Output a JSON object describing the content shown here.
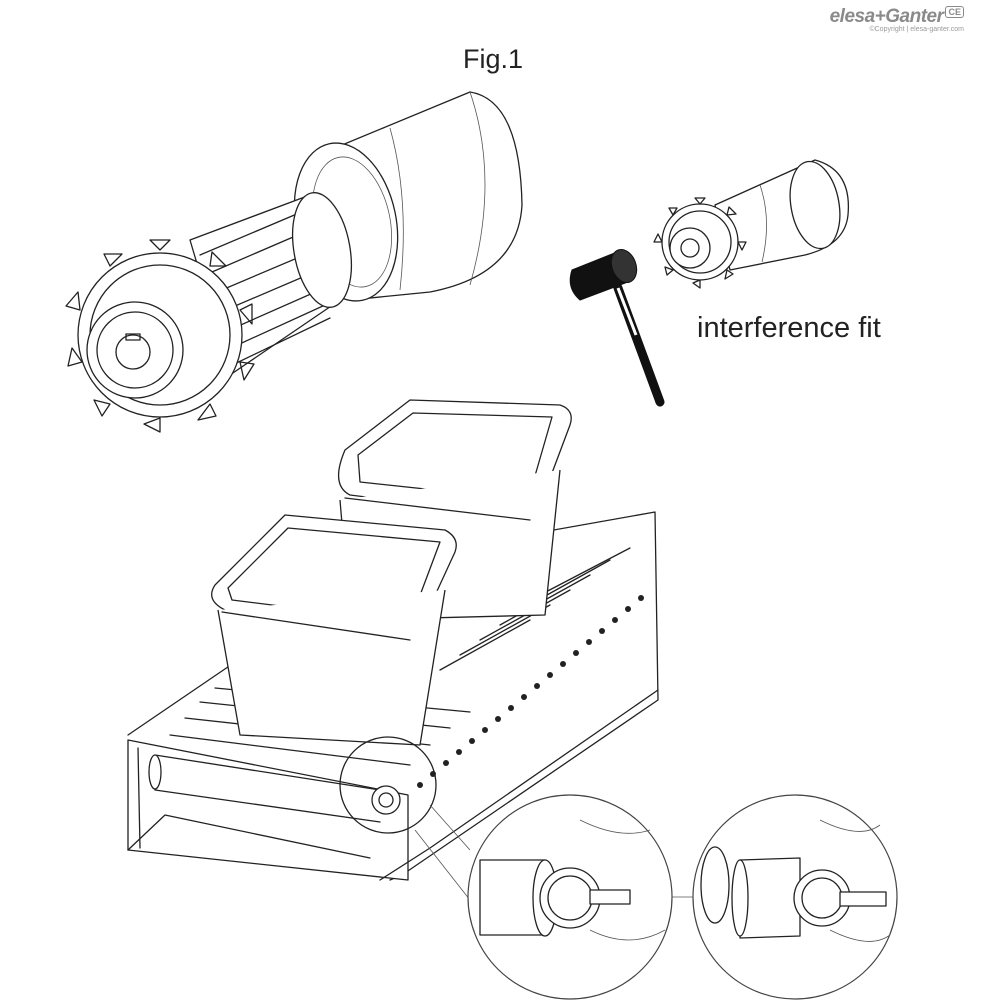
{
  "brand": {
    "name": "elesa+Ganter",
    "mark": "CE",
    "copyright": "©Copyright | elesa-ganter.com"
  },
  "figure": {
    "title": "Fig.1"
  },
  "labels": {
    "interference_fit": "interference fit"
  },
  "icons": [
    "sprocket-roller-exploded",
    "mallet-icon",
    "sprocket-roller-assembled",
    "roller-conveyor",
    "crate",
    "detail-callout"
  ],
  "colors": {
    "line": "#222222",
    "mallet_head": "#111111",
    "brand": "#8a8a8a"
  }
}
